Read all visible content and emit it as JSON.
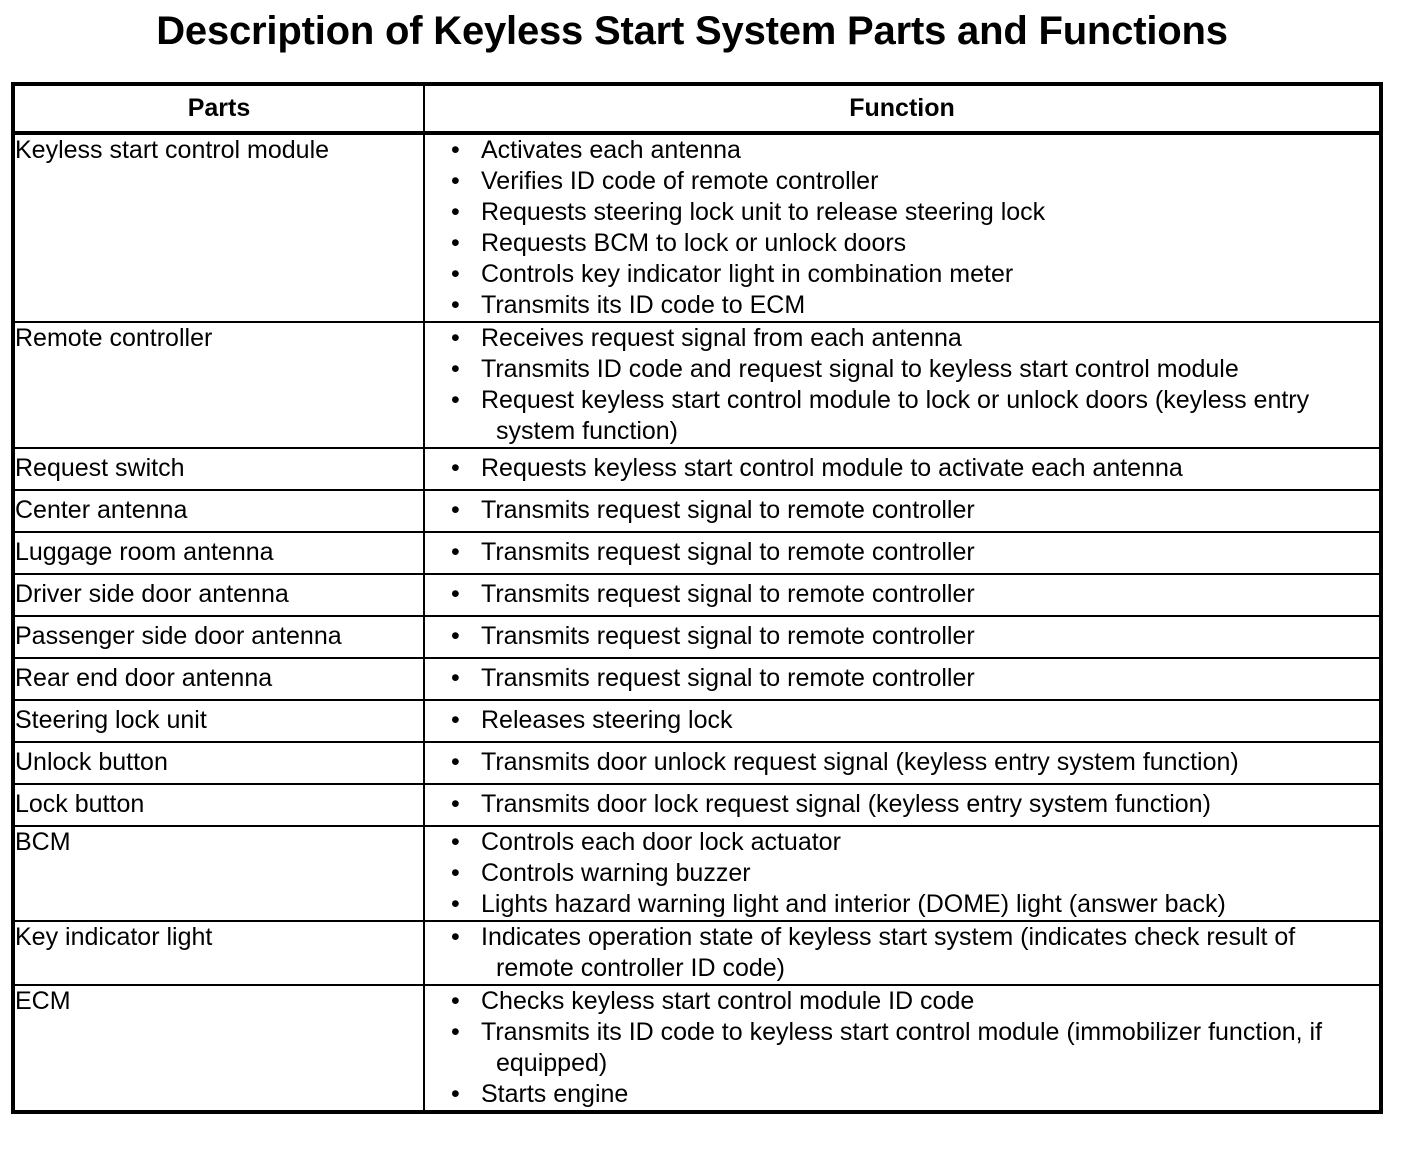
{
  "title": "Description of Keyless Start System Parts and Functions",
  "table": {
    "columns": [
      {
        "key": "parts",
        "label": "Parts"
      },
      {
        "key": "function",
        "label": "Function"
      }
    ],
    "bullet_glyph": "•",
    "rows": [
      {
        "part": "Keyless start control module",
        "functions": [
          "Activates each antenna",
          "Verifies ID code of remote controller",
          "Requests steering lock unit to release steering lock",
          "Requests BCM to lock or unlock doors",
          "Controls key indicator light in combination meter",
          "Transmits its ID code to ECM"
        ]
      },
      {
        "part": "Remote controller",
        "functions": [
          "Receives request signal from each antenna",
          "Transmits ID code and request signal to keyless start control module",
          "Request keyless start control module to lock or unlock doors (keyless entry system function)"
        ]
      },
      {
        "part": "Request switch",
        "functions": [
          "Requests keyless start control module to activate each antenna"
        ]
      },
      {
        "part": "Center antenna",
        "functions": [
          "Transmits request signal to remote controller"
        ]
      },
      {
        "part": "Luggage room antenna",
        "functions": [
          "Transmits request signal to remote controller"
        ]
      },
      {
        "part": "Driver side door antenna",
        "functions": [
          "Transmits request signal to remote controller"
        ]
      },
      {
        "part": "Passenger side door antenna",
        "functions": [
          "Transmits request signal to remote controller"
        ]
      },
      {
        "part": "Rear end door antenna",
        "functions": [
          "Transmits request signal to remote controller"
        ]
      },
      {
        "part": "Steering lock unit",
        "functions": [
          "Releases steering lock"
        ]
      },
      {
        "part": "Unlock button",
        "functions": [
          "Transmits door unlock request signal (keyless entry system function)"
        ]
      },
      {
        "part": "Lock button",
        "functions": [
          "Transmits door lock request signal (keyless entry system function)"
        ]
      },
      {
        "part": "BCM",
        "functions": [
          "Controls each door lock actuator",
          "Controls warning buzzer",
          "Lights hazard warning light and interior (DOME) light (answer back)"
        ]
      },
      {
        "part": "Key indicator light",
        "functions": [
          "Indicates operation state of keyless start system (indicates check result of remote controller ID code)"
        ]
      },
      {
        "part": "ECM",
        "functions": [
          "Checks keyless start control module ID code",
          "Transmits its ID code to keyless start control module (immobilizer function, if equipped)",
          "Starts engine"
        ]
      }
    ]
  }
}
